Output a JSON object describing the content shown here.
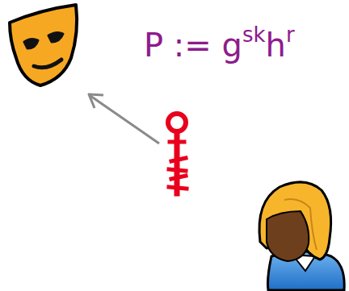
{
  "diagram": {
    "labels": [
      "P := g",
      "sk",
      "h",
      "r"
    ]
  }
}
